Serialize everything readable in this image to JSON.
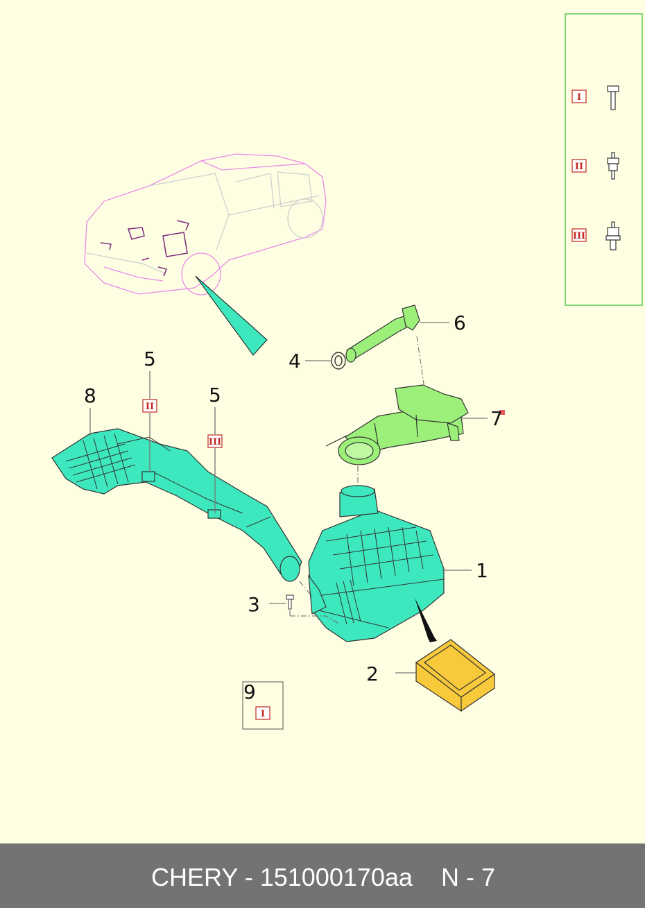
{
  "callouts": {
    "c1": "1",
    "c2": "2",
    "c3": "3",
    "c4": "4",
    "c5a": "5",
    "c5b": "5",
    "c6": "6",
    "c7": "7",
    "c8": "8",
    "c9": "9"
  },
  "fastener_marks": {
    "m1": "I",
    "m2": "II",
    "m3": "III",
    "on5a": "II",
    "on5b": "III",
    "in9": "I"
  },
  "footer": {
    "part_ref": "CHERY - 151000170aa",
    "page_ref": "N - 7"
  },
  "colors": {
    "background": "#fefee2",
    "part_fill": "#3ee8bf",
    "hose_fill": "#9cf07a",
    "filter_fill": "#f8c93a",
    "legend_border": "#5bc85b",
    "mark_red": "#c0271d",
    "car_outline": "#e88ae8",
    "footer_bg": "#737373"
  },
  "icons": [
    "bolt-plain-icon",
    "bolt-washer-icon",
    "bolt-flange-icon"
  ]
}
